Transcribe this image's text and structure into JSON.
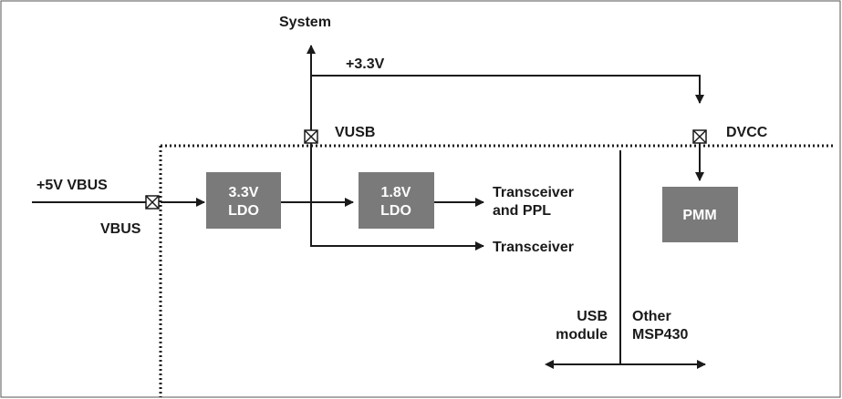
{
  "labels": {
    "system": "System",
    "v33": "+3.3V",
    "vusb": "VUSB",
    "dvcc": "DVCC",
    "v5_vbus": "+5V VBUS",
    "vbus": "VBUS",
    "transceiver_ppl_1": "Transceiver",
    "transceiver_ppl_2": "and PPL",
    "transceiver": "Transceiver",
    "usb_1": "USB",
    "usb_2": "module",
    "other_1": "Other",
    "other_2": "MSP430"
  },
  "blocks": {
    "ldo33_1": "3.3V",
    "ldo33_2": "LDO",
    "ldo18_1": "1.8V",
    "ldo18_2": "LDO",
    "pmm": "PMM"
  },
  "colors": {
    "block_fill": "#7a7a7a",
    "line": "#1a1a1a",
    "border": "#555555"
  }
}
